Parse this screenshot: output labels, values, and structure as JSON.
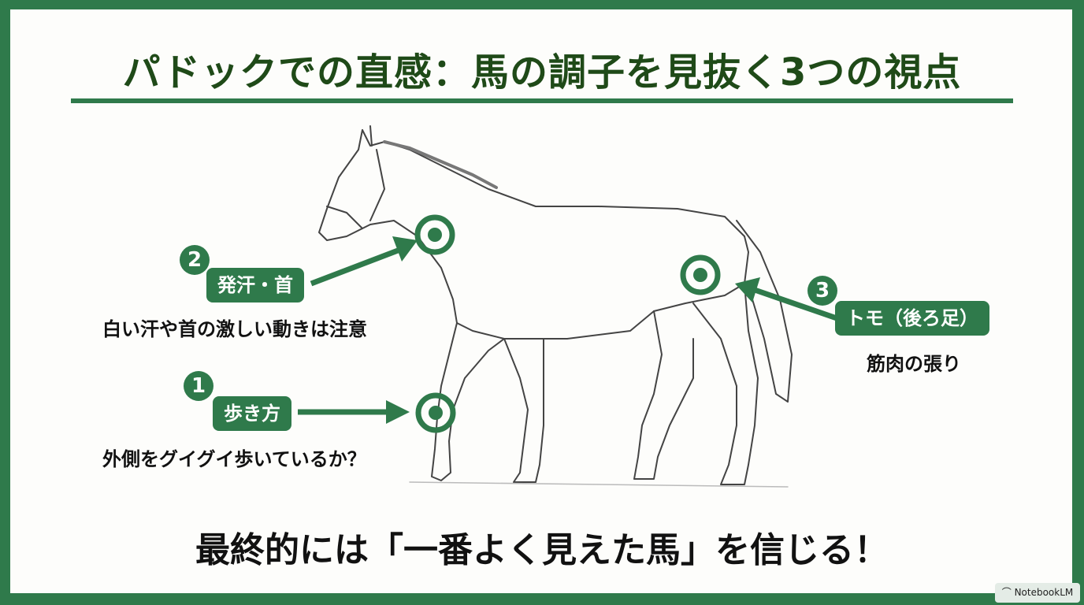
{
  "title": "パドックでの直感：馬の調子を見抜く3つの視点",
  "points": [
    {
      "number": "1",
      "label": "歩き方",
      "description": "外側をグイグイ歩いているか？"
    },
    {
      "number": "2",
      "label": "発汗・首",
      "description": "白い汗や首の激しい動きは注意"
    },
    {
      "number": "3",
      "label": "トモ（後ろ足）",
      "description": "筋肉の張り"
    }
  ],
  "conclusion": "最終的には「一番よく見えた馬」を信じる！",
  "watermark": "NotebookLM",
  "colors": {
    "accent": "#2f7a4b",
    "title": "#1f4a18"
  }
}
